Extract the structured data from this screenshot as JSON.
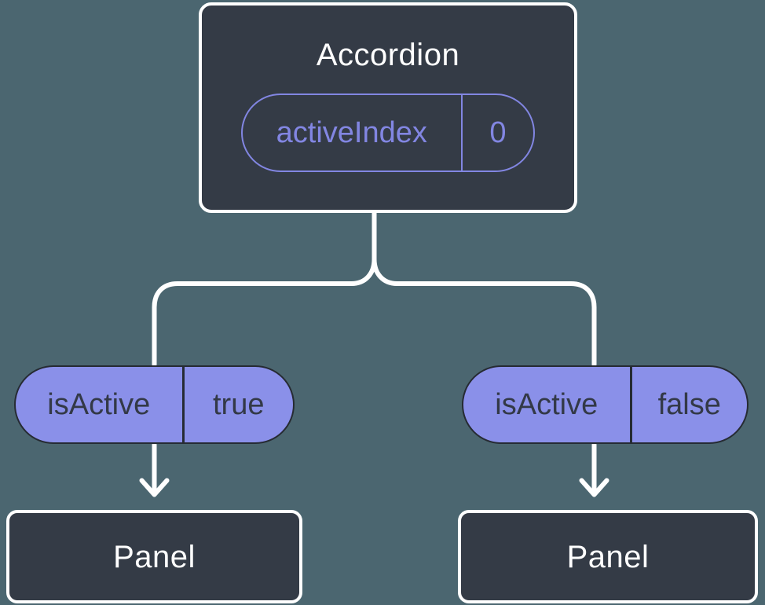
{
  "colors": {
    "background": "#4B6670",
    "node_fill": "#343B46",
    "node_border": "#FFFFFF",
    "accent_purple": "#8286E2",
    "prop_pill_fill": "#8A90E9",
    "prop_pill_border": "#262B33",
    "dark_text": "#333947",
    "connector": "#FFFFFF"
  },
  "tree": {
    "root": {
      "title": "Accordion",
      "state_name": "activeIndex",
      "state_value": "0"
    },
    "left": {
      "prop_name": "isActive",
      "prop_value": "true",
      "panel_title": "Panel"
    },
    "right": {
      "prop_name": "isActive",
      "prop_value": "false",
      "panel_title": "Panel"
    }
  }
}
